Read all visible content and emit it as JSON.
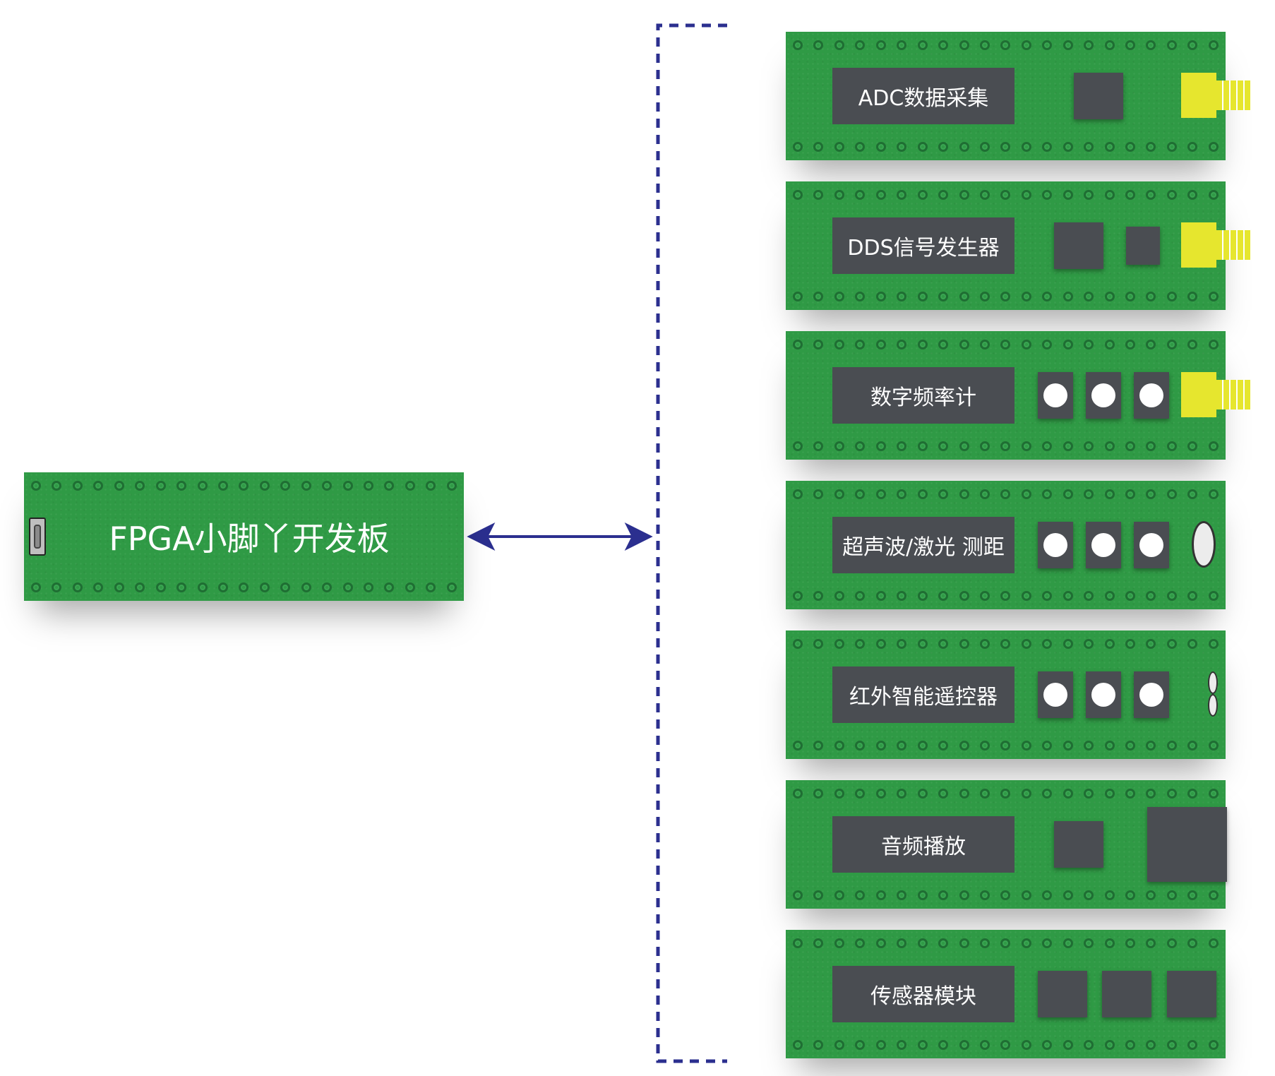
{
  "main_board": {
    "title": "FPGA小脚丫开发板"
  },
  "modules": [
    {
      "label": "ADC数据采集",
      "parts": "one-chip-with-sma"
    },
    {
      "label": "DDS信号发生器",
      "parts": "two-chips-with-sma"
    },
    {
      "label": "数字频率计",
      "parts": "three-buttons-with-sma"
    },
    {
      "label": "超声波/激光 测距",
      "parts": "three-buttons-with-sensor"
    },
    {
      "label": "红外智能遥控器",
      "parts": "three-buttons-with-ir"
    },
    {
      "label": "音频播放",
      "parts": "chip-and-speaker"
    },
    {
      "label": "传感器模块",
      "parts": "three-chips"
    }
  ],
  "colors": {
    "board_green": "#2f9a45",
    "label_gray": "#4a4d52",
    "connector_yellow": "#e6e62e",
    "arrow_blue": "#2b2f8f"
  }
}
